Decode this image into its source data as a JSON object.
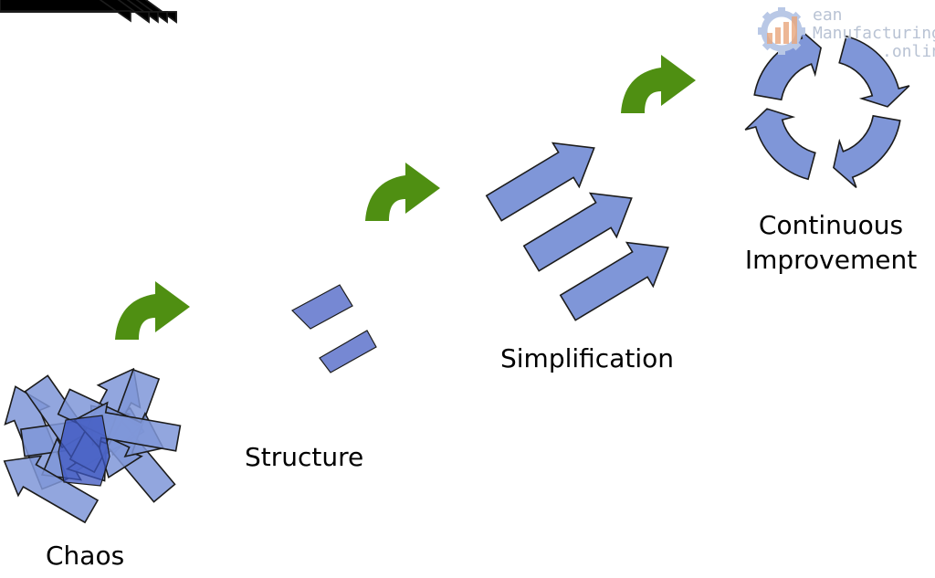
{
  "stages": [
    {
      "id": "chaos",
      "label": "Chaos"
    },
    {
      "id": "structure",
      "label": "Structure"
    },
    {
      "id": "simplification",
      "label": "Simplification"
    },
    {
      "id": "continuous-improvement",
      "label_lines": [
        "Continuous",
        "Improvement"
      ]
    }
  ],
  "watermark": {
    "lines": [
      "ean",
      "Manufacturing",
      ".online"
    ]
  },
  "colors": {
    "arrow_fill": "#7f96d8",
    "arrow_overlap": "#3c55c0",
    "arrow_stroke": "#1c1c1c",
    "transition_arrow": "#4f8f12",
    "watermark_icon": "#e8a57a",
    "watermark_gear": "#b9c8e6"
  },
  "icons": {
    "transition": "curved-right-arrow",
    "cycle": "circular-arrows-cycle",
    "watermark": "gear-chart-logo"
  }
}
